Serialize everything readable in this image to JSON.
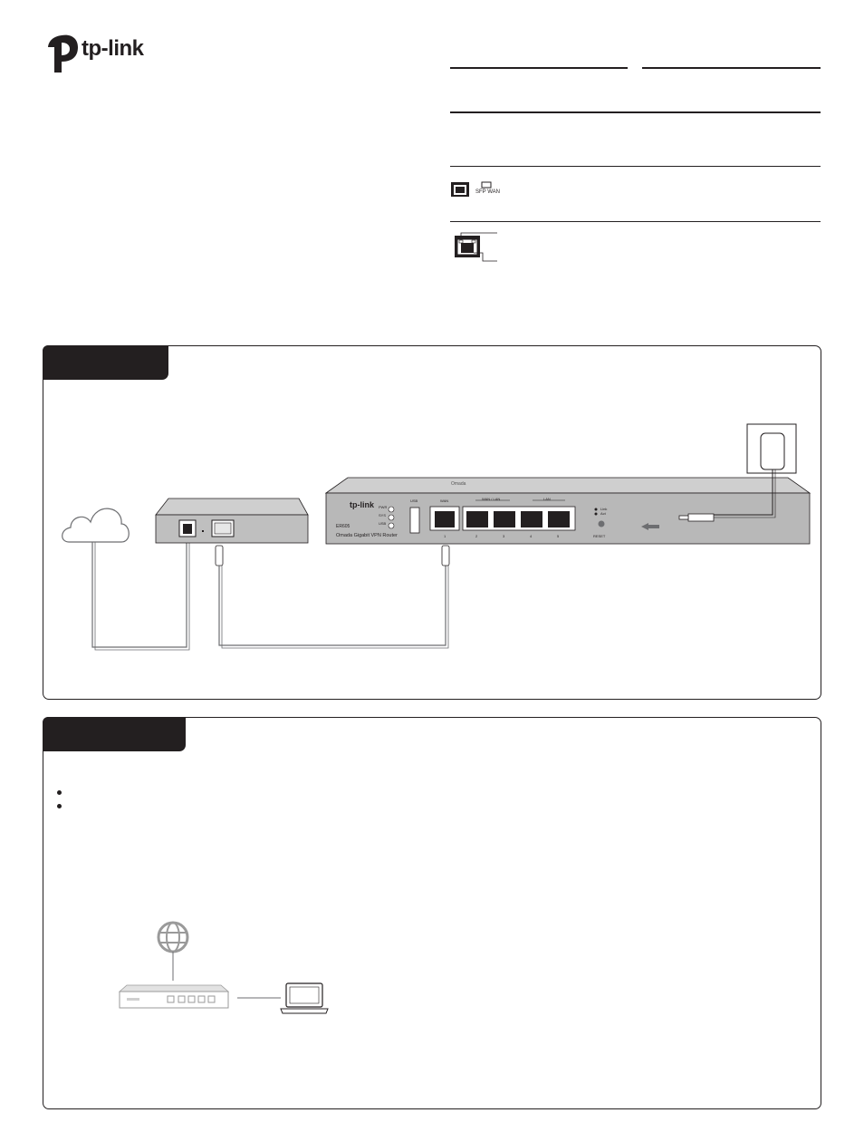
{
  "brand": {
    "name": "tp-link"
  },
  "led_table": {
    "sfp_label": "SFP WAN"
  },
  "hardware": {
    "router_brand": "tp-link",
    "router_model": "ER605",
    "router_desc": "Omada Gigabit VPN Router",
    "omada_mark": "Omada",
    "usb_label": "USB",
    "wan_label": "WAN",
    "wanlan_label": "WAN / LAN",
    "lan_label": "LAN",
    "led_labels": [
      "PWR",
      "SYS",
      "USB"
    ],
    "port_numbers": [
      "1",
      "2",
      "3",
      "4",
      "5"
    ],
    "legend_link": "Link",
    "legend_act": "Act",
    "reset_label": "RESET"
  },
  "config": {
    "bullets": [
      "",
      ""
    ]
  },
  "colors": {
    "ink": "#231f20",
    "panel": "#b8b8b8",
    "panel_top": "#cfcfcf",
    "cable": "#6d6e71"
  },
  "icons": [
    "tp-link-logo-icon",
    "sfp-port-icon",
    "ethernet-port-icon",
    "cloud-icon",
    "globe-icon",
    "laptop-icon",
    "power-adapter-icon"
  ]
}
